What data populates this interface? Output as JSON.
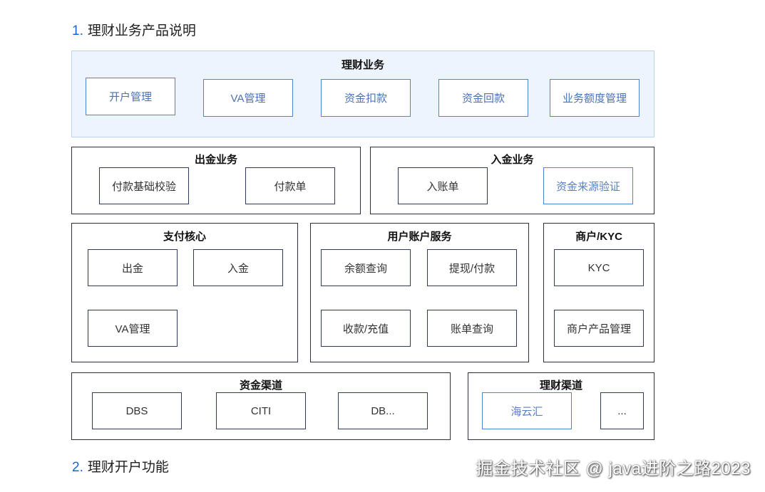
{
  "headings": {
    "h1_num": "1.",
    "h1_text": "理财业务产品说明",
    "h2_num": "2.",
    "h2_text": "理财开户功能"
  },
  "diagram": {
    "licai": {
      "title": "理财业务",
      "items": [
        "开户管理",
        "VA管理",
        "资金扣款",
        "资金回款",
        "业务额度管理"
      ]
    },
    "chujin": {
      "title": "出金业务",
      "items": [
        "付款基础校验",
        "付款单"
      ]
    },
    "rujin": {
      "title": "入金业务",
      "items": [
        "入账单",
        "资金来源验证"
      ]
    },
    "zhifu": {
      "title": "支付核心",
      "items": [
        "出金",
        "入金",
        "VA管理"
      ]
    },
    "yonghu": {
      "title": "用户账户服务",
      "items": [
        "余额查询",
        "提现/付款",
        "收款/充值",
        "账单查询"
      ]
    },
    "shanghu": {
      "title": "商户/KYC",
      "items": [
        "KYC",
        "商户产品管理"
      ]
    },
    "zijin_qudao": {
      "title": "资金渠道",
      "items": [
        "DBS",
        "CITI",
        "DB..."
      ]
    },
    "licai_qudao": {
      "title": "理财渠道",
      "items": [
        "海云汇",
        "..."
      ]
    }
  },
  "watermark": "掘金技术社区 @ java进阶之路2023",
  "colors": {
    "accent_blue": "#1a64d6",
    "group_border": "#2b2f3a",
    "highlight_border": "#4d84d6",
    "highlight_bg": "#eef4fd"
  }
}
